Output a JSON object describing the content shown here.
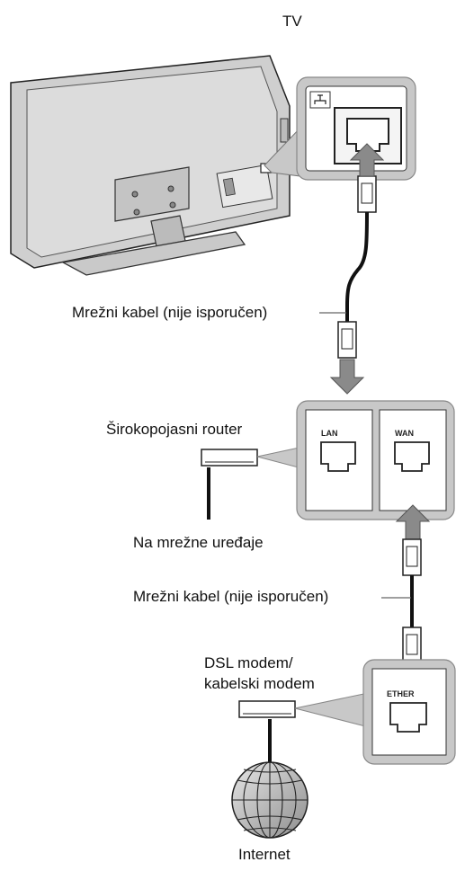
{
  "tv_label": "TV",
  "cable_label_1": "Mrežni kabel (nije isporučen)",
  "router_label": "Širokopojasni router",
  "devices_label": "Na mrežne uređaje",
  "cable_label_2": "Mrežni kabel (nije isporučen)",
  "modem_label_line1": "DSL modem/",
  "modem_label_line2": "kabelski modem",
  "internet_label": "Internet",
  "port_lan": "LAN",
  "port_wan": "WAN",
  "port_ether": "ETHER",
  "colors": {
    "panel_gray": "#c8c8c8",
    "tv_gray": "#d4d4d4",
    "arrow_gray": "#8a8a8a",
    "outline": "#222222"
  },
  "icons": [
    "network-port-icon",
    "rj45-port-icon",
    "globe-icon",
    "arrow-icon"
  ]
}
